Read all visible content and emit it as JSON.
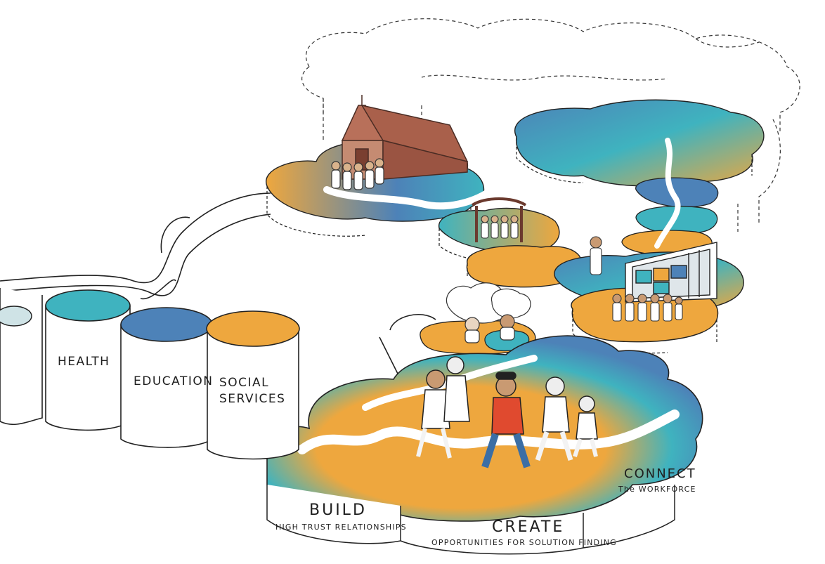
{
  "silos": {
    "health": "HEALTH",
    "education": "EDUCATION",
    "social_services_line1": "SOCIAL",
    "social_services_line2": "SERVICES"
  },
  "pillars": {
    "build_title": "BUILD",
    "build_subtitle": "HIGH TRUST RELATIONSHIPS",
    "create_title": "CREATE",
    "create_subtitle": "OPPORTUNITIES FOR SOLUTION FINDING",
    "connect_title": "CONNECT",
    "connect_subtitle": "The WORKFORCE"
  },
  "colors": {
    "teal": "#3fb3bf",
    "blue": "#4d82b8",
    "orange": "#eea73e",
    "outline": "#222222",
    "marae": "#a9604b"
  },
  "icons": [
    "marae-building",
    "waharoa-gateway",
    "school-building",
    "people-group",
    "thought-cloud"
  ]
}
